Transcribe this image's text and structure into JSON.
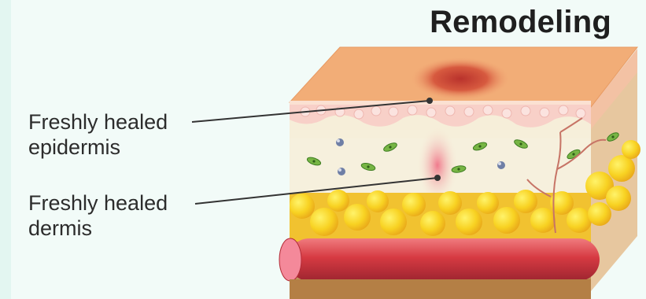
{
  "title": "Remodeling",
  "labels": {
    "epidermis": {
      "line1": "Freshly healed",
      "line2": "epidermis"
    },
    "dermis": {
      "line1": "Freshly healed",
      "line2": "dermis"
    }
  },
  "colors": {
    "skin_top": "#f3b07a",
    "scar": "#d1493a",
    "epidermis": "#f7c7c4",
    "dermis": "#f6eed9",
    "fat": "#f7d028",
    "vessel": "#d83a42",
    "nerve": "#c9766a",
    "fibroblast": "#6cae3a"
  },
  "icons": [
    "fibroblast-cell",
    "immune-cell",
    "blood-vessel",
    "fat-globule",
    "nerve-fiber"
  ]
}
